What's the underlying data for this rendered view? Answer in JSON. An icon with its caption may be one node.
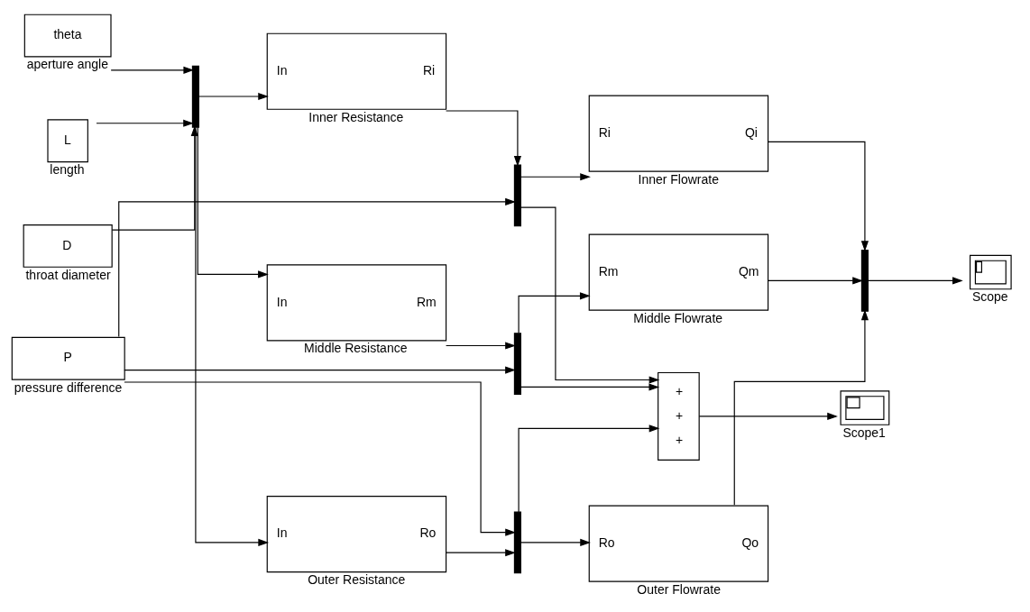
{
  "diagram": {
    "nodes": [
      {
        "text": [
          "theta"
        ],
        "beside": [
          "aperture angle"
        ]
      },
      {
        "text": [
          "L"
        ],
        "beside": [
          "length"
        ]
      },
      {
        "text": [
          "D"
        ],
        "beside": [
          "throat diameter"
        ]
      },
      {
        "text": [],
        "shape": "bar"
      },
      {
        "text": [
          "In",
          "Ri"
        ],
        "beside": [
          "Inner Resistance"
        ]
      },
      {
        "text": [
          "In",
          "Rm"
        ],
        "beside": [
          "Middle Resistance"
        ]
      },
      {
        "text": [
          "In",
          "Ro"
        ],
        "beside": [
          "Outer Resistance"
        ]
      },
      {
        "text": [
          "P"
        ],
        "beside": [
          "pressure difference"
        ]
      },
      {
        "text": [],
        "shape": "bar"
      },
      {
        "text": [],
        "shape": "bar"
      },
      {
        "text": [],
        "shape": "bar"
      },
      {
        "text": [
          "Ri",
          "Qi"
        ],
        "beside": [
          "Inner Flowrate"
        ]
      },
      {
        "text": [
          "Rm",
          "Qm"
        ],
        "beside": [
          "Middle Flowrate"
        ]
      },
      {
        "text": [
          "Ro",
          "Qo"
        ],
        "beside": [
          "Outer Flowrate"
        ]
      },
      {
        "text": [],
        "shape": "bar"
      },
      {
        "text": [],
        "shape": "box",
        "beside": [
          "Scope"
        ]
      },
      {
        "text": [
          "+",
          "+",
          "+"
        ]
      },
      {
        "text": [],
        "shape": "box",
        "beside": [
          "Scope1"
        ]
      }
    ],
    "edges": [
      {
        "from": 0,
        "to": 3,
        "arrow": "to"
      },
      {
        "from": 1,
        "to": 3,
        "arrow": "to"
      },
      {
        "from": 2,
        "to": 3,
        "arrow": "to"
      },
      {
        "from": 3,
        "to": 4,
        "arrow": "to"
      },
      {
        "from": 3,
        "to": 5,
        "arrow": "to"
      },
      {
        "from": 3,
        "to": 6,
        "arrow": "to"
      },
      {
        "from": 4,
        "to": 8,
        "arrow": "to"
      },
      {
        "from": 7,
        "to": 8,
        "arrow": "to"
      },
      {
        "from": 5,
        "to": 9,
        "arrow": "to"
      },
      {
        "from": 7,
        "to": 9,
        "arrow": "to"
      },
      {
        "from": 6,
        "to": 10,
        "arrow": "to"
      },
      {
        "from": 7,
        "to": 10,
        "arrow": "to"
      },
      {
        "from": 8,
        "to": 11,
        "arrow": "to"
      },
      {
        "from": 9,
        "to": 12,
        "arrow": "to"
      },
      {
        "from": 10,
        "to": 13,
        "arrow": "to"
      },
      {
        "from": 10,
        "to": 16,
        "arrow": "to"
      },
      {
        "from": 9,
        "to": 16,
        "arrow": "to"
      },
      {
        "from": 8,
        "to": 16,
        "arrow": "to"
      },
      {
        "from": 11,
        "to": 14,
        "arrow": "to"
      },
      {
        "from": 12,
        "to": 14,
        "arrow": "to"
      },
      {
        "from": 13,
        "to": 14,
        "arrow": "to"
      },
      {
        "from": 14,
        "to": 15,
        "arrow": "to"
      },
      {
        "from": 16,
        "to": 17,
        "arrow": "to"
      }
    ]
  }
}
